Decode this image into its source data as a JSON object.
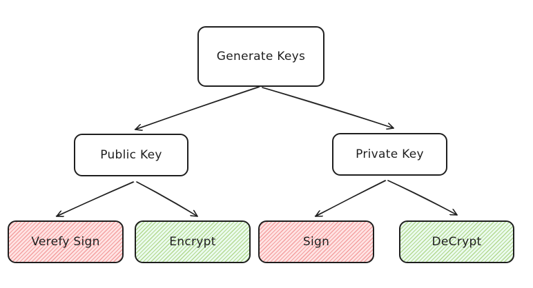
{
  "diagram": {
    "nodes": {
      "generate": {
        "label": "Generate Keys"
      },
      "public": {
        "label": "Public Key"
      },
      "private": {
        "label": "Private Key"
      },
      "verify": {
        "label": "Verefy Sign",
        "fill": "#ffe3e3",
        "hatch": "#e03131"
      },
      "encrypt": {
        "label": "Encrypt",
        "fill": "#ebfbee",
        "hatch": "#66a80f"
      },
      "sign": {
        "label": "Sign",
        "fill": "#ffe3e3",
        "hatch": "#e03131"
      },
      "decrypt": {
        "label": "DeCrypt",
        "fill": "#ebfbee",
        "hatch": "#66a80f"
      }
    },
    "edges": [
      {
        "from": "Generate Keys",
        "to": "Public Key"
      },
      {
        "from": "Generate Keys",
        "to": "Private Key"
      },
      {
        "from": "Public Key",
        "to": "Verefy Sign"
      },
      {
        "from": "Public Key",
        "to": "Encrypt"
      },
      {
        "from": "Private Key",
        "to": "Sign"
      },
      {
        "from": "Private Key",
        "to": "DeCrypt"
      }
    ],
    "stroke_color": "#1e1e1e"
  }
}
